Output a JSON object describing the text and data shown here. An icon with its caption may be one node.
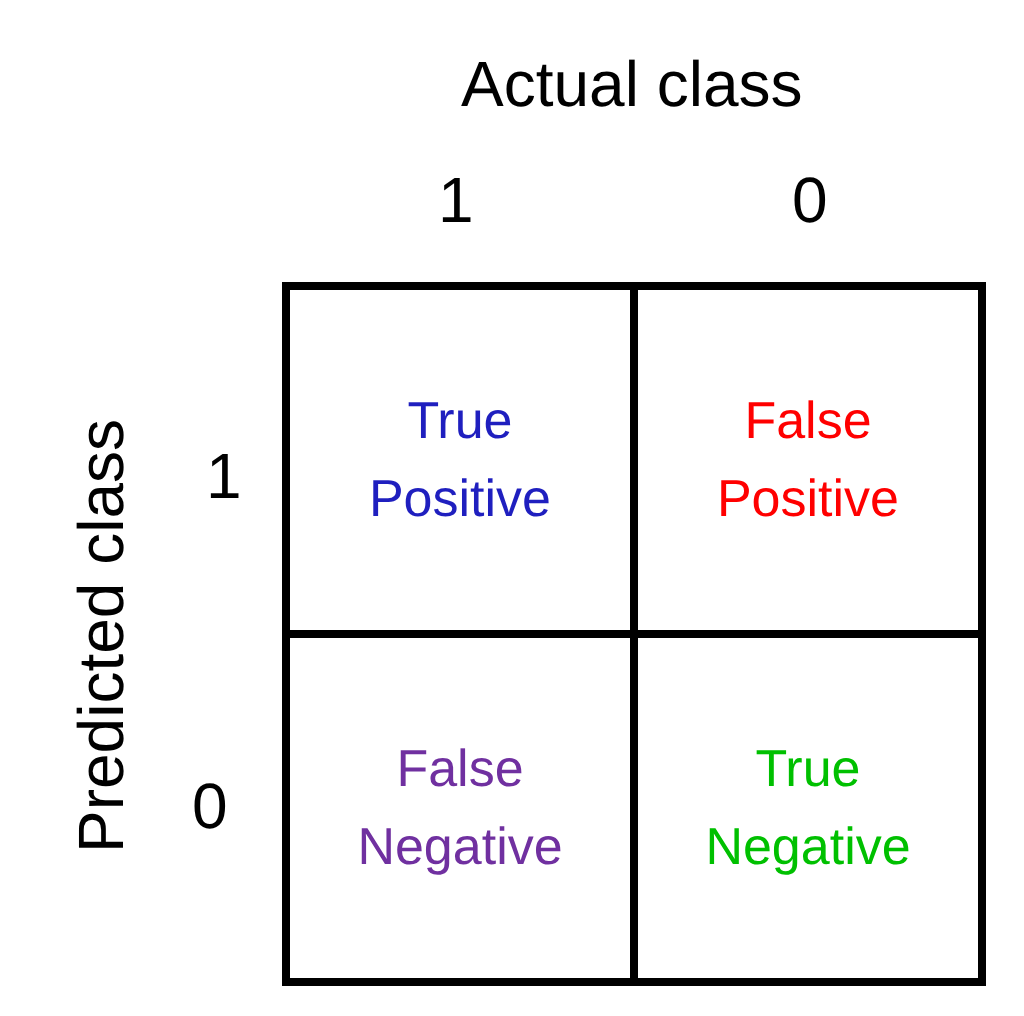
{
  "diagram": {
    "nodes": [
      {
        "text": [
          "True Positive"
        ]
      },
      {
        "text": [
          "False Positive"
        ]
      },
      {
        "text": [
          "False Negative"
        ]
      },
      {
        "text": [
          "True Negative"
        ]
      }
    ],
    "labels": [
      "Actual class",
      "1",
      "0",
      "Predicted class",
      "1",
      "0"
    ]
  }
}
